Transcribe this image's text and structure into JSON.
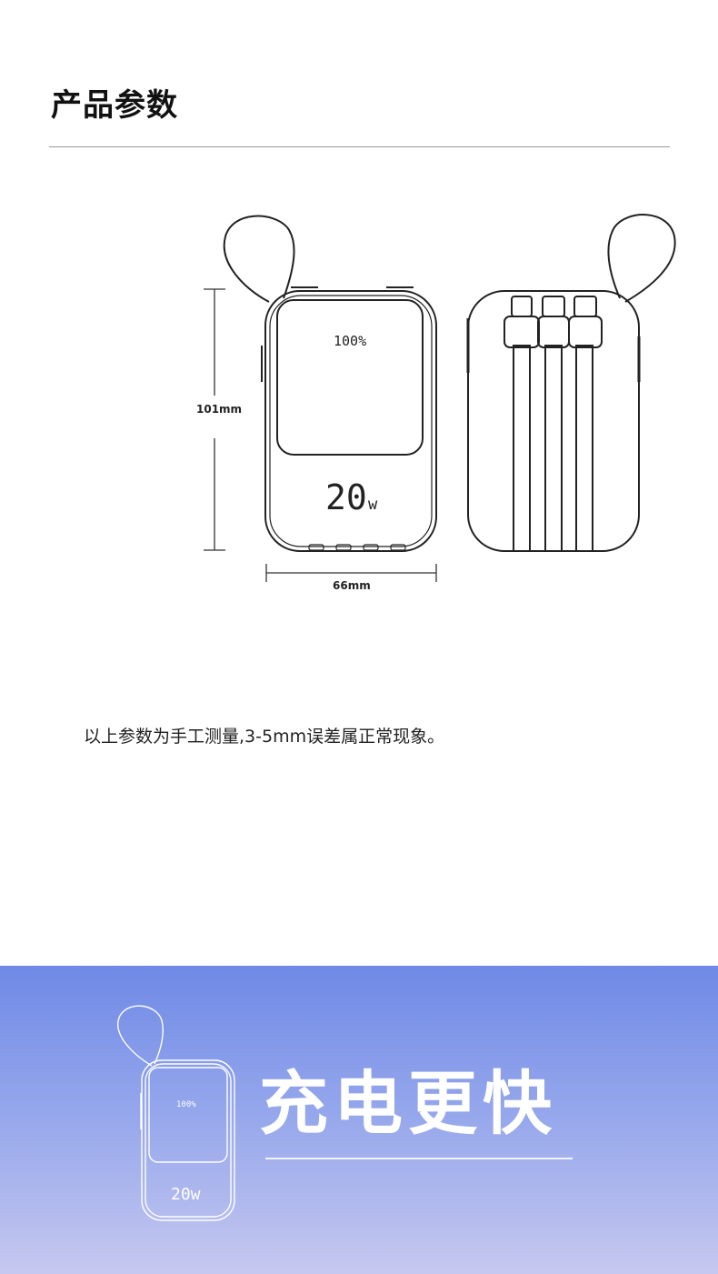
{
  "page": {
    "title": "产品参数"
  },
  "diagram": {
    "height_label": "101mm",
    "width_label": "66mm",
    "display_percent": "100%",
    "display_watt": "20",
    "display_watt_unit": "w"
  },
  "note": "以上参数为手工测量,3-5mm误差属正常现象。",
  "banner": {
    "title": "充电更快",
    "icon_percent": "100%",
    "icon_watt": "20w"
  },
  "colors": {
    "banner_top": "#6f8ae6",
    "banner_bottom": "#c6c8ef"
  }
}
